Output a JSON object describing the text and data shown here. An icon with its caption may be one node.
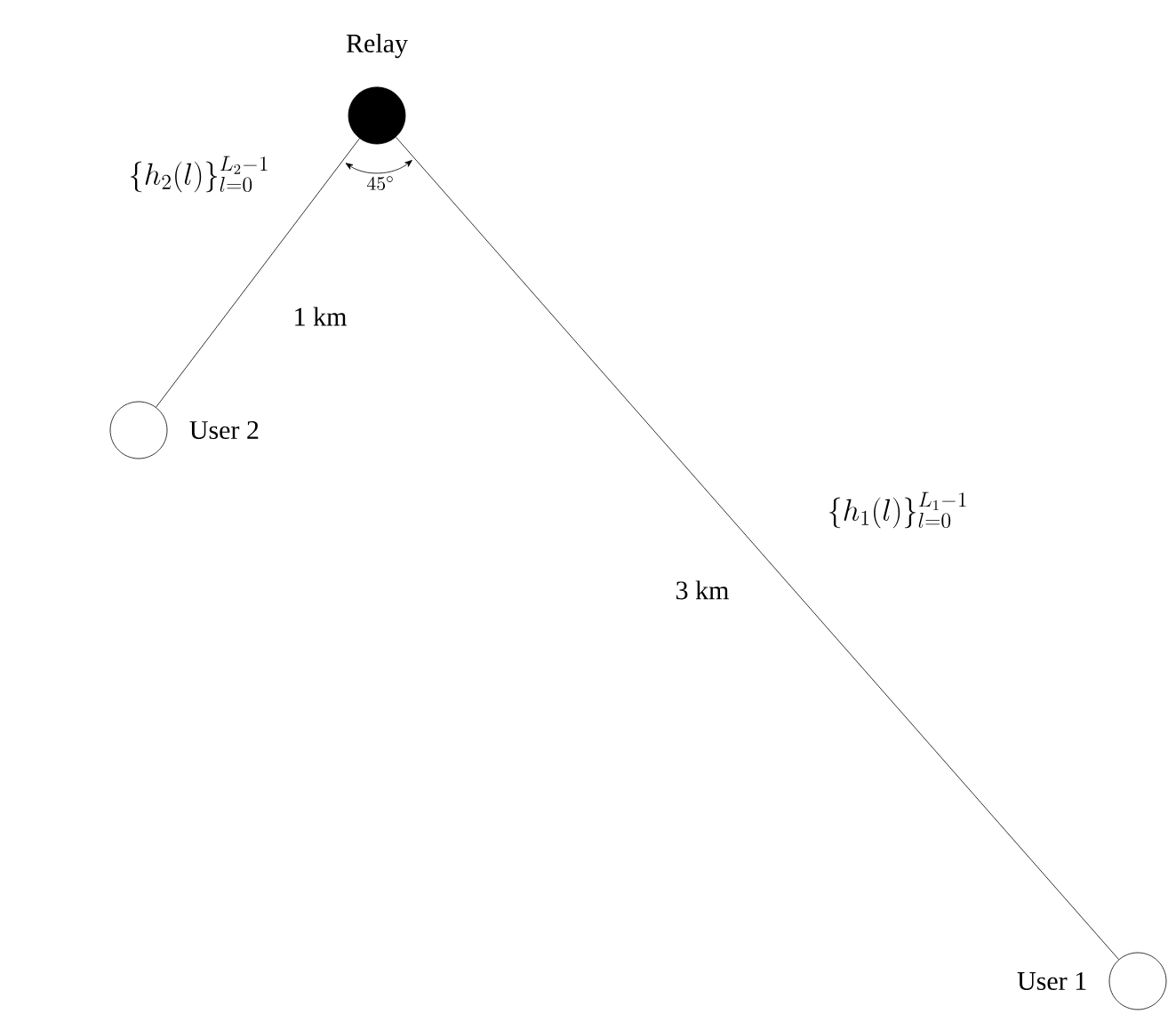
{
  "diagram": {
    "nodes": [
      {
        "text": [],
        "shape": "circle",
        "beside": [
          "Relay"
        ]
      },
      {
        "text": [],
        "shape": "circle",
        "beside": [
          "User 2"
        ]
      },
      {
        "text": [],
        "shape": "circle",
        "beside": [
          "User 1"
        ]
      }
    ],
    "edges": [
      {
        "from": 0,
        "to": 1,
        "arrow": "none",
        "label": "\\{h_2(l)\\}_{l=0}^{L_2-1}"
      },
      {
        "from": 0,
        "to": 2,
        "arrow": "none",
        "label": "\\{h_1(l)\\}_{l=0}^{L_1-1}"
      }
    ],
    "labels": [
      "1 km",
      "3 km",
      "45^\\circ"
    ]
  }
}
